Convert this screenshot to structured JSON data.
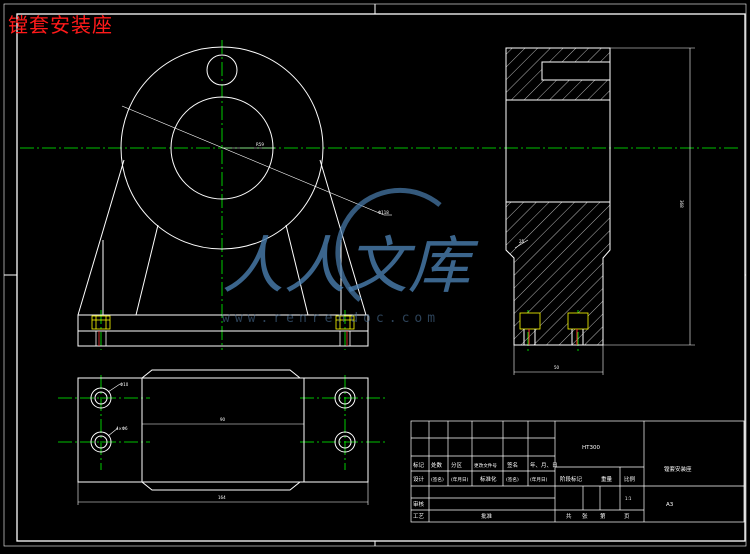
{
  "drawing": {
    "title": "镗套安装座",
    "colors": {
      "background": "#000000",
      "linework": "#ffffff",
      "centerline": "#00ff00",
      "title": "#ff1a1a",
      "bolt": "#ffff00",
      "watermark": "#4a7fb0"
    },
    "dimensions": {
      "bore_dia": "R59",
      "outer_dia": "Φ118",
      "base_width": "164",
      "hole_spacing": "90",
      "side_width": "50",
      "side_height": "368",
      "slot_dim": "Φ10",
      "small_hole": "4×Φ6",
      "chamfer": "25"
    }
  },
  "watermark": {
    "brand": "人人文库",
    "url": "www.renrendoc.com"
  },
  "title_block": {
    "material": "HT300",
    "part_name": "镗套安装座",
    "sheet_size": "A3",
    "scale_value": "1:1",
    "row_labels": [
      "标记",
      "处数",
      "分区",
      "更改文件号",
      "签名",
      "年、月、日"
    ],
    "design_row": [
      "设计",
      "(签名)",
      "(年月日)",
      "标准化",
      "(签名)",
      "(年月日)"
    ],
    "review_label": "审核",
    "process_label": "工艺",
    "approve_label": "批准",
    "stage_headers": [
      "阶段标记",
      "重量",
      "比例"
    ],
    "sheet_footer": [
      "共",
      "张",
      "第",
      "页"
    ]
  }
}
